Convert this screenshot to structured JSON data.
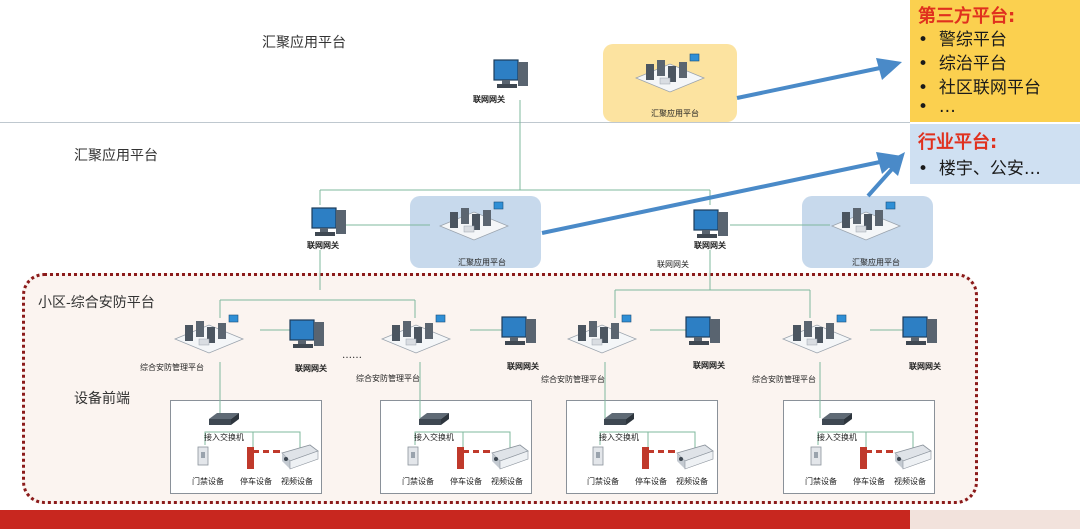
{
  "levels": {
    "top": "汇聚应用平台",
    "mid": "汇聚应用平台",
    "community": "小区-综合安防平台",
    "devices": "设备前端"
  },
  "third_party": {
    "title": "第三方平台:",
    "items": [
      "警综平台",
      "综治平台",
      "社区联网平台",
      "…"
    ]
  },
  "industry": {
    "title": "行业平台:",
    "items": [
      "楼宇、公安…"
    ]
  },
  "labels": {
    "gateway": "联网网关",
    "agg_platform": "汇聚应用平台",
    "security_mgmt": "综合安防管理平台",
    "switch": "接入交换机",
    "door": "门禁设备",
    "parking": "停车设备",
    "video": "视频设备",
    "ellipsis": "……"
  },
  "colors": {
    "accent_red": "#c8271f",
    "title_red": "#e0301e",
    "yellow_panel": "#fbd04f",
    "blue_panel": "#cfe0f2",
    "arrow_blue": "#4a8ac8"
  }
}
